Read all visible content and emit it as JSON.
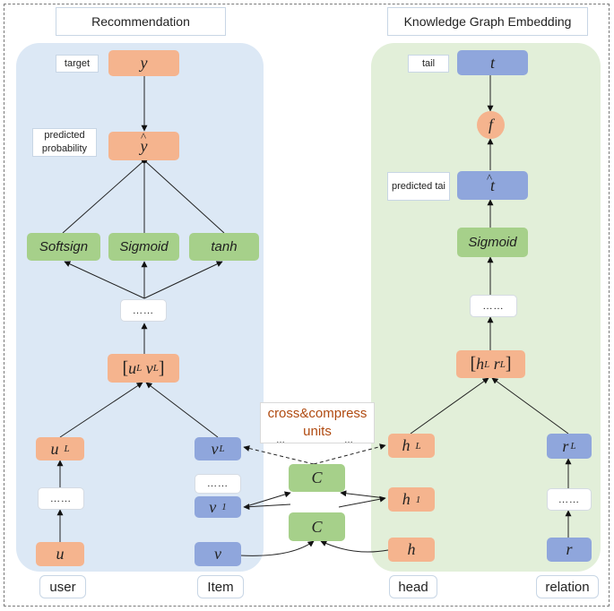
{
  "titles": {
    "left": "Recommendation",
    "right": "Knowledge Graph Embedding"
  },
  "rec": {
    "target_label": "target",
    "y": "y",
    "predicted_probability_label": "predicted probability",
    "y_hat": "y",
    "hat": "^",
    "softsign": "Softsign",
    "sigmoid": "Sigmoid",
    "tanh": "tanh",
    "ellipsis": "……",
    "concat_u": "u",
    "concat_u_sub": "L",
    "concat_v": "v",
    "concat_v_sub": "L",
    "u_l": "u",
    "u_l_sub": "L",
    "u": "u",
    "v_l": "v",
    "v_l_sub": "L",
    "v_1": "v",
    "v_1_sub": "1",
    "v": "v"
  },
  "kge": {
    "tail_label": "tail",
    "t": "t",
    "f": "f",
    "predicted_tail_label": "predicted tai",
    "t_hat": "t",
    "hat": "^",
    "sigmoid": "Sigmoid",
    "ellipsis": "……",
    "concat_h": "h",
    "concat_h_sub": "L",
    "concat_r": "r",
    "concat_r_sub": "L",
    "h_l": "h",
    "h_l_sub": "L",
    "h_1": "h",
    "h_1_sub": "1",
    "h": "h",
    "r_l": "r",
    "r_l_sub": "L",
    "r": "r"
  },
  "cross": {
    "label_line1": "cross&compress",
    "label_line2": "units",
    "unit": "C",
    "dots": "…"
  },
  "bottom_labels": {
    "user": "user",
    "item": "Item",
    "head": "head",
    "relation": "relation"
  },
  "colors": {
    "orange": "#f5b48e",
    "blue": "#8fa6dc",
    "green": "#a6d08a",
    "rec_panel": "#dce8f5",
    "kge_panel": "#e2efd9",
    "cross_label": "#b04a10"
  }
}
